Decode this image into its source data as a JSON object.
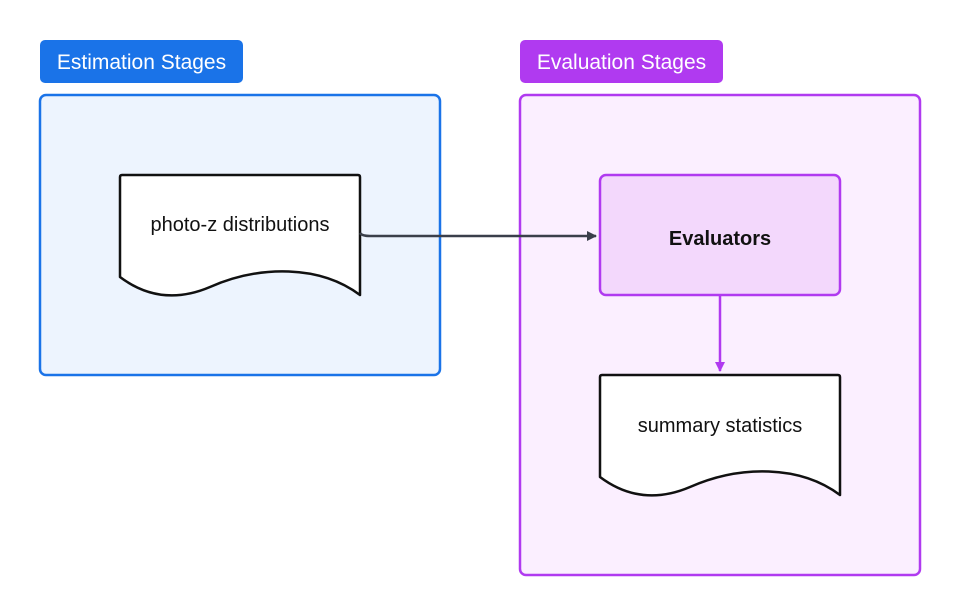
{
  "groups": {
    "estimation": {
      "label": "Estimation Stages",
      "color": "#1a73e8",
      "fill": "#edf4fe"
    },
    "evaluation": {
      "label": "Evaluation Stages",
      "color": "#b03af0",
      "fill": "#fbefff"
    }
  },
  "nodes": {
    "photoz": {
      "label": "photo-z distributions",
      "shape": "document"
    },
    "evaluators": {
      "label": "Evaluators",
      "shape": "process",
      "fill": "#f3d8fc"
    },
    "summary": {
      "label": "summary statistics",
      "shape": "document"
    }
  },
  "edges": [
    {
      "from": "photo-z distributions",
      "to": "Evaluators",
      "color": "#3a3f4a"
    },
    {
      "from": "Evaluators",
      "to": "summary statistics",
      "color": "#b03af0"
    }
  ]
}
